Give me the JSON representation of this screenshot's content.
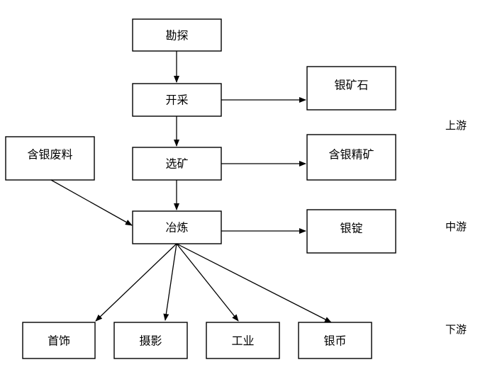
{
  "nodes": {
    "kantan": "勘探",
    "kaicai": "开采",
    "xuankuang": "选矿",
    "yelian": "冶炼",
    "yinkuangshi": "银矿石",
    "hanyinjingkuang": "含银精矿",
    "yinding": "银锭",
    "hanyinfeiliao": "含银废料",
    "shoushi": "首饰",
    "sheying": "摄影",
    "gongye": "工业",
    "yinbi": "银币"
  },
  "stages": {
    "upstream": "上游",
    "midstream": "中游",
    "downstream": "下游"
  },
  "edges": [
    {
      "from": "kantan",
      "to": "kaicai"
    },
    {
      "from": "kaicai",
      "to": "xuankuang"
    },
    {
      "from": "xuankuang",
      "to": "yelian"
    },
    {
      "from": "kaicai",
      "to": "yinkuangshi"
    },
    {
      "from": "xuankuang",
      "to": "hanyinjingkuang"
    },
    {
      "from": "yelian",
      "to": "yinding"
    },
    {
      "from": "hanyinfeiliao",
      "to": "yelian"
    },
    {
      "from": "yelian",
      "to": "shoushi"
    },
    {
      "from": "yelian",
      "to": "sheying"
    },
    {
      "from": "yelian",
      "to": "gongye"
    },
    {
      "from": "yelian",
      "to": "yinbi"
    }
  ]
}
